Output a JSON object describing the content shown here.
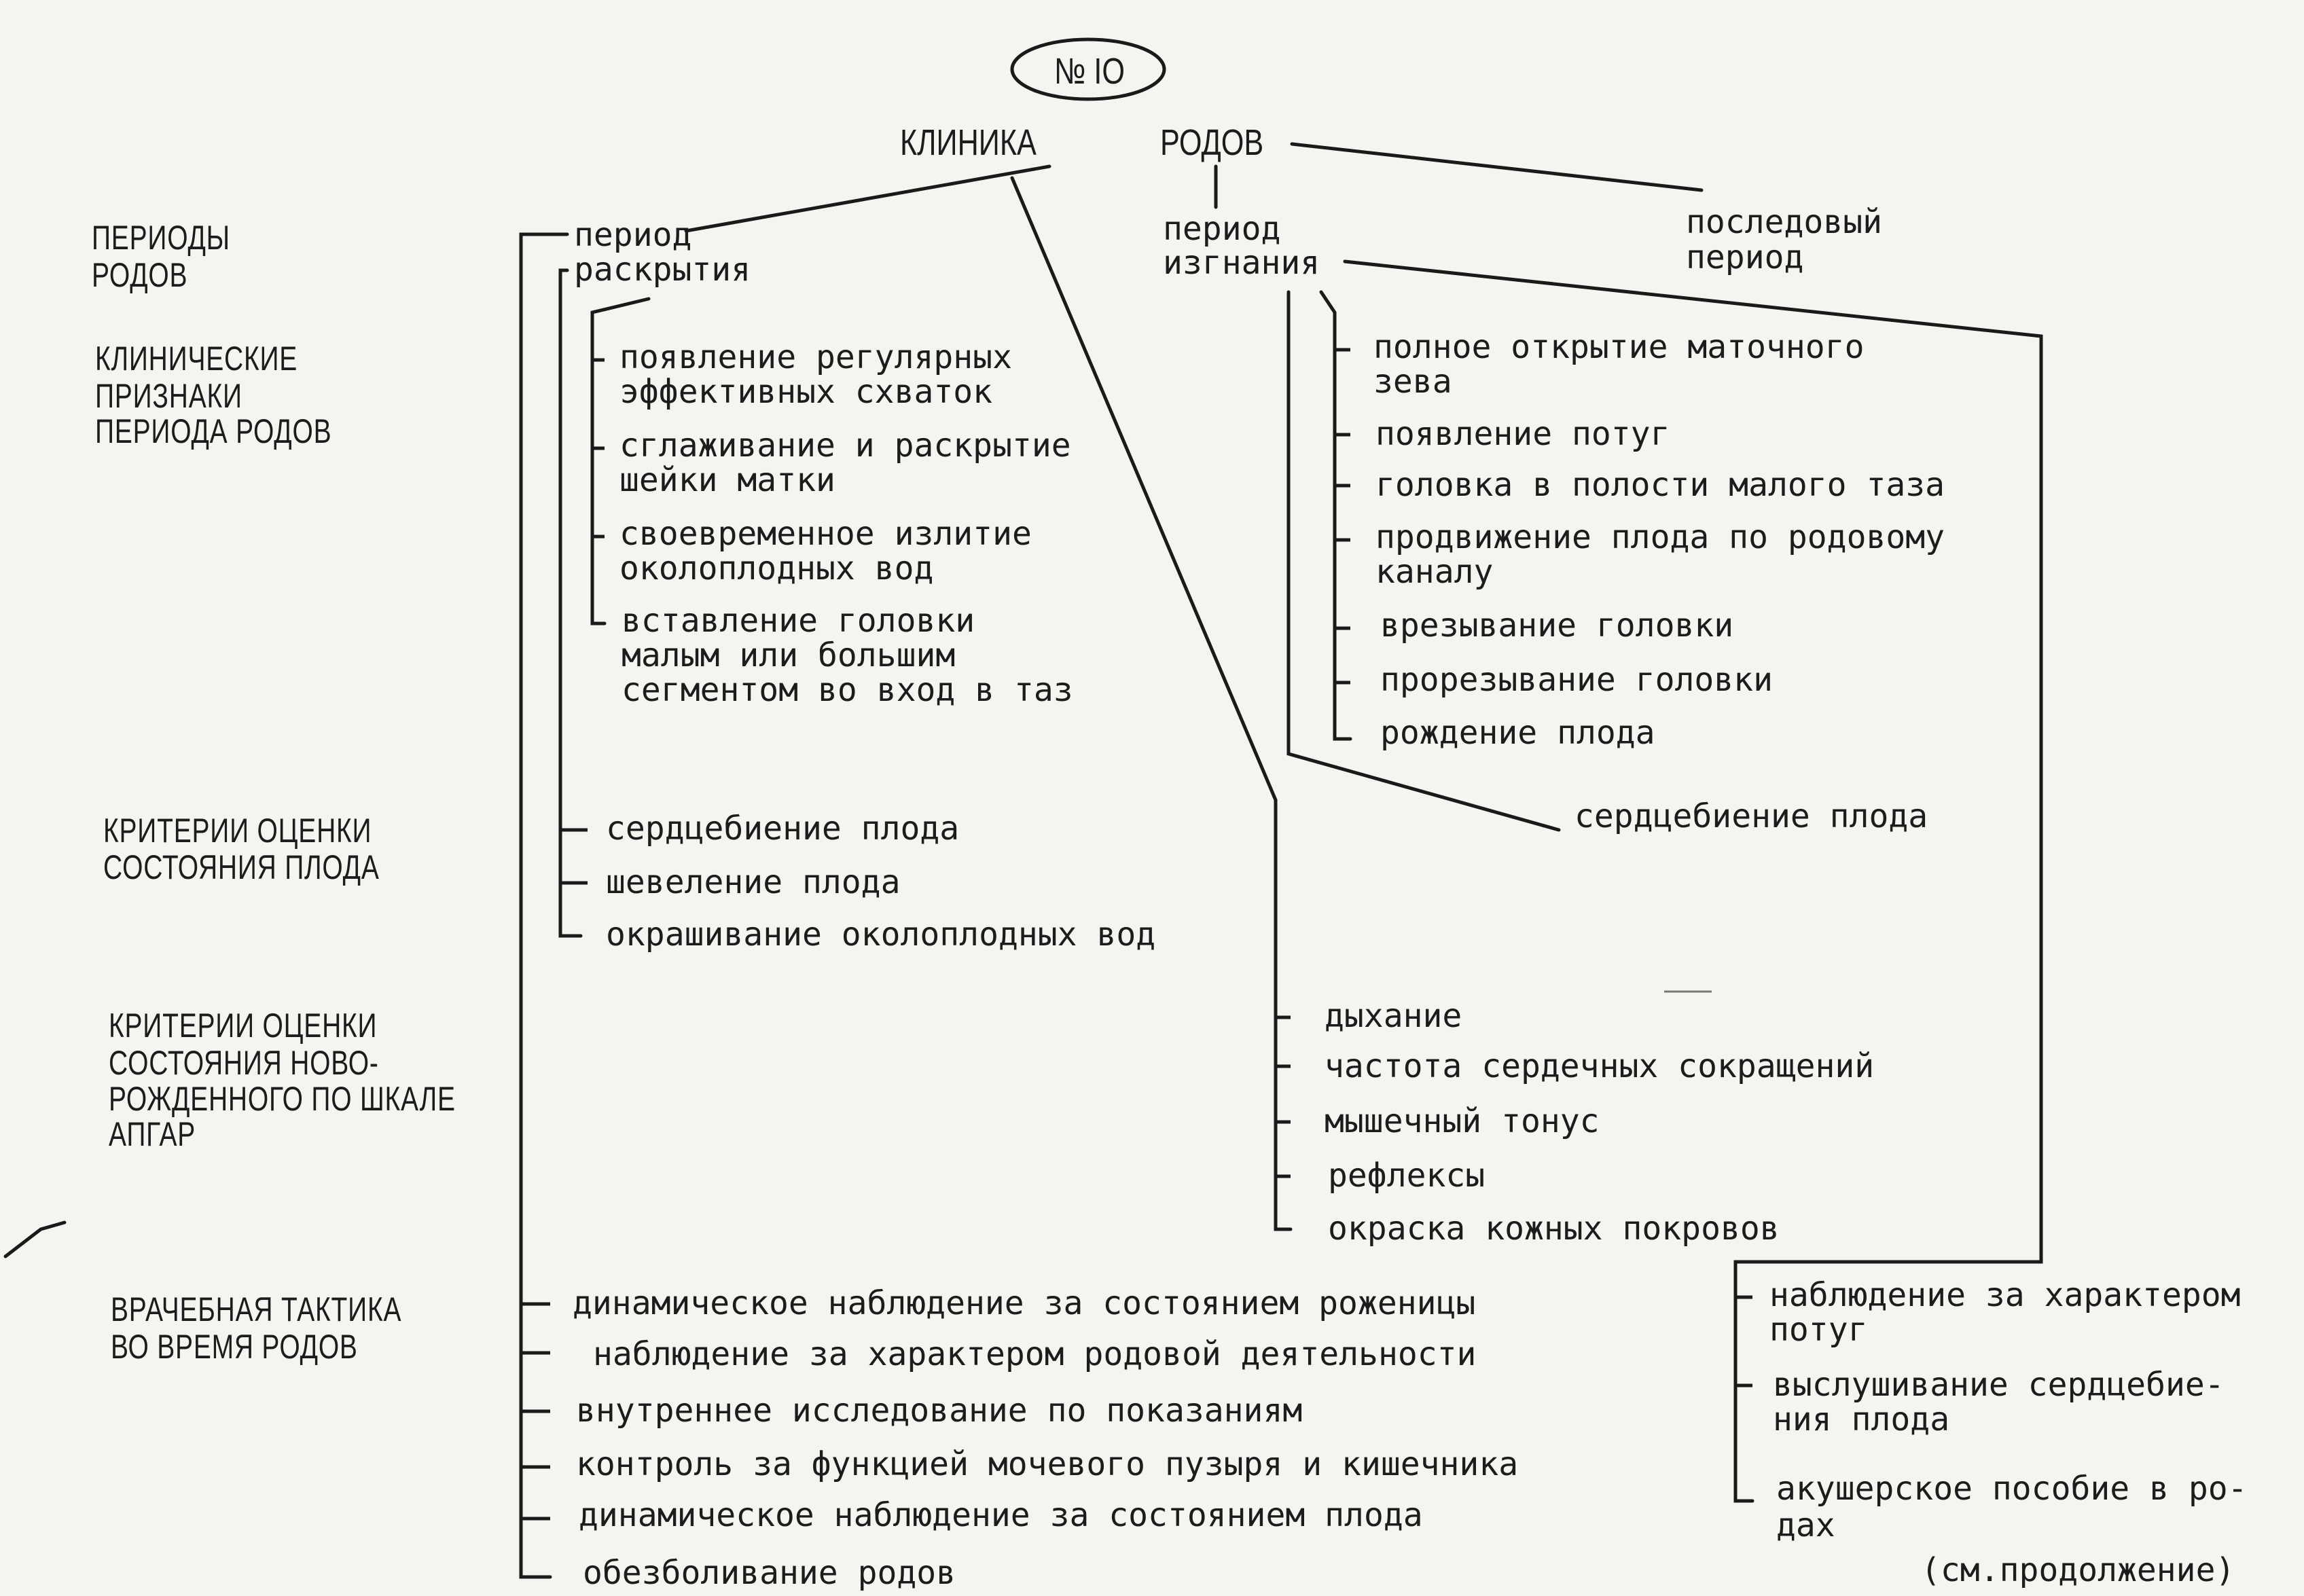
{
  "badge": "№ IO",
  "title": {
    "clinic": "КЛИНИКА",
    "births": "РОДОВ"
  },
  "periods": {
    "opening": [
      "период",
      "раскрытия"
    ],
    "expulsion": [
      "период",
      "изгнания"
    ],
    "afterbirth": [
      "последовый",
      "период"
    ]
  },
  "row_headers": {
    "periods": [
      "ПЕРИОДЫ",
      "РОДОВ"
    ],
    "signs": [
      "КЛИНИЧЕСКИЕ",
      "ПРИЗНАКИ",
      "ПЕРИОДА РОДОВ"
    ],
    "fetus": [
      "КРИТЕРИИ ОЦЕНКИ",
      "СОСТОЯНИЯ ПЛОДА"
    ],
    "newborn": [
      "КРИТЕРИИ ОЦЕНКИ",
      "СОСТОЯНИЯ НОВО-",
      "РОЖДЕННОГО ПО ШКАЛЕ",
      "АПГАР"
    ],
    "tactics": [
      "ВРАЧЕБНАЯ ТАКТИКА",
      "ВО ВРЕМЯ РОДОВ"
    ]
  },
  "opening_signs": [
    [
      "появление регулярных",
      "эффективных схваток"
    ],
    [
      "сглаживание и раскрытие",
      "шейки матки"
    ],
    [
      "своевременное излитие",
      "околоплодных вод"
    ],
    [
      "вставление головки",
      "малым или большим",
      "сегментом во вход в таз"
    ]
  ],
  "expulsion_signs": [
    [
      "полное открытие маточного",
      "зева"
    ],
    [
      "появление потуг"
    ],
    [
      "головка в полости малого таза"
    ],
    [
      "продвижение плода по родовому",
      "каналу"
    ],
    [
      "врезывание головки"
    ],
    [
      "прорезывание головки"
    ],
    [
      "рождение плода"
    ]
  ],
  "expulsion_fetus": "сердцебиение плода",
  "fetus_criteria": [
    "сердцебиение плода",
    "шевеление плода",
    "окрашивание околоплодных вод"
  ],
  "apgar": [
    "дыхание",
    "частота сердечных сокращений",
    "мышечный тонус",
    "рефлексы",
    "окраска кожных покровов"
  ],
  "tactics_opening": [
    "динамическое наблюдение за состоянием роженицы",
    "наблюдение за характером родовой деятельности",
    "внутреннее исследование по показаниям",
    "контроль за функцией мочевого пузыря и кишечника",
    "динамическое наблюдение за состоянием плода",
    "обезболивание родов"
  ],
  "tactics_expulsion": [
    [
      "наблюдение за характером",
      "потуг"
    ],
    [
      "выслушивание сердцебие-",
      "ния плода"
    ],
    [
      "акушерское пособие в ро-",
      "дах"
    ]
  ],
  "continued": "(см.продолжение)"
}
